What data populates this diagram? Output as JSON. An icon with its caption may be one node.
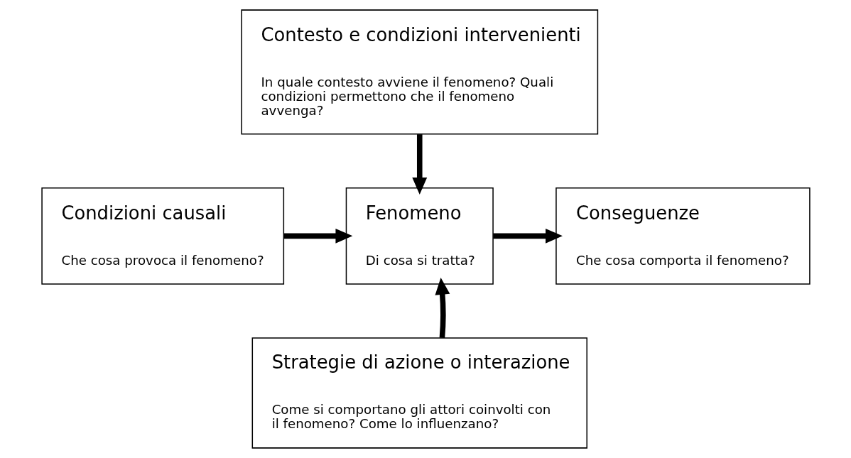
{
  "diagram": {
    "nodes": [
      {
        "text": [
          "Contesto e condizioni intervenienti",
          "In quale contesto avviene il fenomeno? Quali condizioni permettono che il fenomeno avvenga?"
        ]
      },
      {
        "text": [
          "Condizioni causali",
          "Che cosa provoca il fenomeno?"
        ]
      },
      {
        "text": [
          "Fenomeno",
          "Di cosa si tratta?"
        ]
      },
      {
        "text": [
          "Conseguenze",
          "Che cosa comporta il fenomeno?"
        ]
      },
      {
        "text": [
          "Strategie di azione o interazione",
          "Come si comportano gli attori coinvolti con il fenomeno? Come lo influenzano?"
        ]
      }
    ],
    "edges": [
      {
        "from": 0,
        "to": 2,
        "arrow": "to"
      },
      {
        "from": 1,
        "to": 2,
        "arrow": "to"
      },
      {
        "from": 2,
        "to": 3,
        "arrow": "to"
      },
      {
        "from": 4,
        "to": 2,
        "arrow": "to"
      }
    ]
  }
}
